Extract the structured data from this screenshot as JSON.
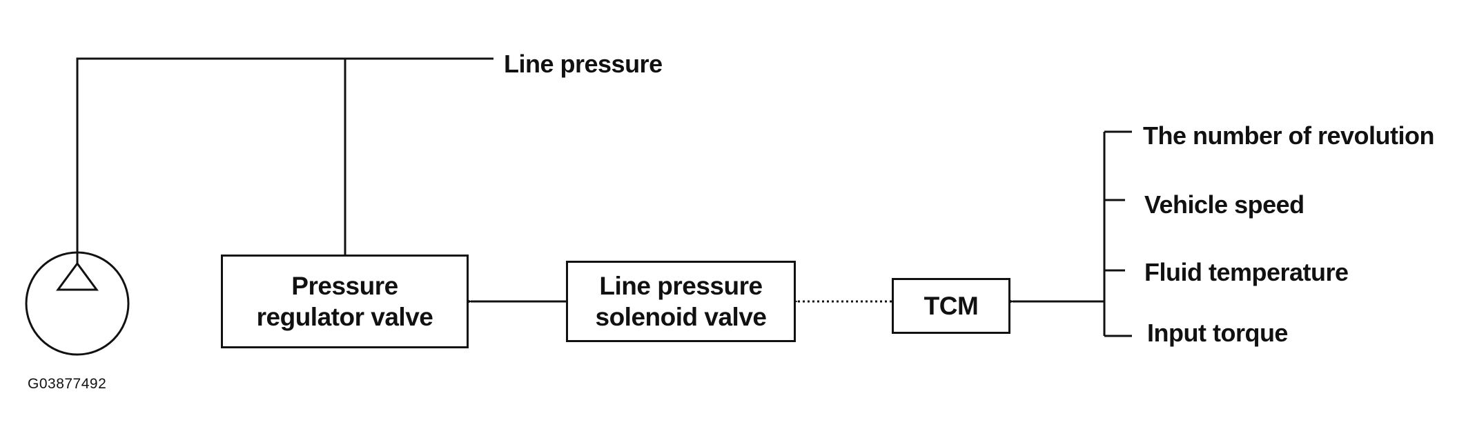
{
  "diagram": {
    "line_pressure_label": "Line pressure",
    "pressure_regulator_valve": {
      "line1": "Pressure",
      "line2": "regulator valve"
    },
    "line_pressure_solenoid_valve": {
      "line1": "Line pressure",
      "line2": "solenoid valve"
    },
    "tcm": "TCM",
    "inputs": [
      "The number of revolution",
      "Vehicle speed",
      "Fluid temperature",
      "Input torque"
    ],
    "figure_id": "G03877492"
  },
  "colors": {
    "line": "#111111",
    "background": "#ffffff"
  },
  "icons": {
    "pump": "pump-symbol-icon"
  }
}
